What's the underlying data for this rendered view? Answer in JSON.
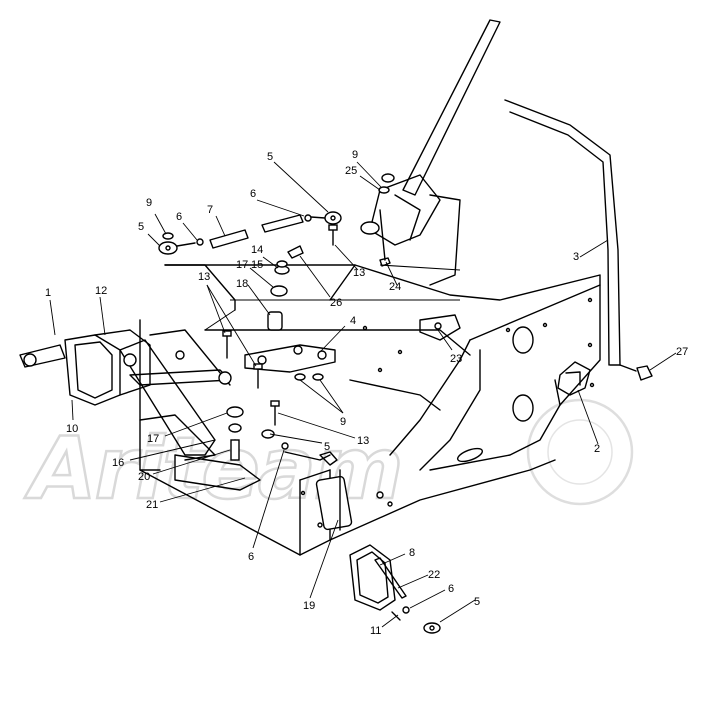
{
  "watermark": "Ariteam",
  "callouts": [
    {
      "id": "c1",
      "label": "1"
    },
    {
      "id": "c12",
      "label": "12"
    },
    {
      "id": "c10",
      "label": "10"
    },
    {
      "id": "c13a",
      "label": "13"
    },
    {
      "id": "c17a",
      "label": "17"
    },
    {
      "id": "c15",
      "label": "15"
    },
    {
      "id": "c14",
      "label": "14"
    },
    {
      "id": "c18",
      "label": "18"
    },
    {
      "id": "c9a",
      "label": "9"
    },
    {
      "id": "c6a",
      "label": "6"
    },
    {
      "id": "c5a",
      "label": "5"
    },
    {
      "id": "c7",
      "label": "7"
    },
    {
      "id": "c6b",
      "label": "6"
    },
    {
      "id": "c5b",
      "label": "5"
    },
    {
      "id": "c9b",
      "label": "9"
    },
    {
      "id": "c25",
      "label": "25"
    },
    {
      "id": "c3",
      "label": "3"
    },
    {
      "id": "c13b",
      "label": "13"
    },
    {
      "id": "c24",
      "label": "24"
    },
    {
      "id": "c26",
      "label": "26"
    },
    {
      "id": "c4",
      "label": "4"
    },
    {
      "id": "c23",
      "label": "23"
    },
    {
      "id": "c27",
      "label": "27"
    },
    {
      "id": "c9c",
      "label": "9"
    },
    {
      "id": "c13c",
      "label": "13"
    },
    {
      "id": "c5c",
      "label": "5"
    },
    {
      "id": "c17b",
      "label": "17"
    },
    {
      "id": "c16",
      "label": "16"
    },
    {
      "id": "c20",
      "label": "20"
    },
    {
      "id": "c21",
      "label": "21"
    },
    {
      "id": "c6c",
      "label": "6"
    },
    {
      "id": "c2",
      "label": "2"
    },
    {
      "id": "c19",
      "label": "19"
    },
    {
      "id": "c8",
      "label": "8"
    },
    {
      "id": "c22",
      "label": "22"
    },
    {
      "id": "c6d",
      "label": "6"
    },
    {
      "id": "c5d",
      "label": "5"
    },
    {
      "id": "c11",
      "label": "11"
    }
  ]
}
